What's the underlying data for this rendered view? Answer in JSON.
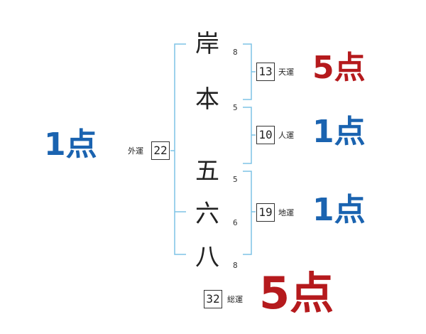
{
  "name_chars": [
    {
      "char": "岸",
      "strokes": "8"
    },
    {
      "char": "本",
      "strokes": "5"
    },
    {
      "char": "五",
      "strokes": "5"
    },
    {
      "char": "六",
      "strokes": "6"
    },
    {
      "char": "八",
      "strokes": "8"
    }
  ],
  "tenkaku": {
    "value": "13",
    "label": "天運",
    "score": "5点"
  },
  "jinkaku": {
    "value": "10",
    "label": "人運",
    "score": "1点"
  },
  "chikaku": {
    "value": "19",
    "label": "地運",
    "score": "1点"
  },
  "gaikaku": {
    "value": "22",
    "label": "外運",
    "score": "1点"
  },
  "soukaku": {
    "value": "32",
    "label": "総運",
    "score": "5点"
  },
  "colors": {
    "bracket": "#7ec3e6",
    "score_good": "#b51a1d",
    "score_low": "#1a63b0",
    "text": "#222222"
  }
}
